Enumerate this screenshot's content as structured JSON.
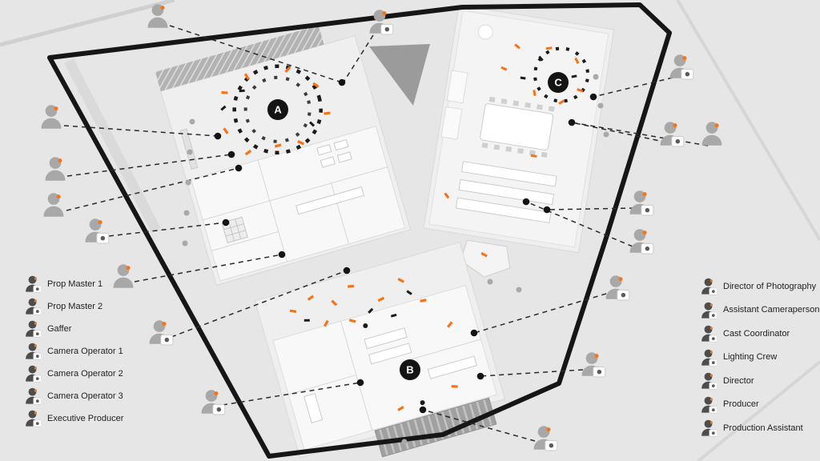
{
  "map": {
    "badges": {
      "a": "A",
      "b": "B",
      "c": "C"
    }
  },
  "legend_left": {
    "items": [
      {
        "id": "prop-master-1",
        "label": "Prop Master 1"
      },
      {
        "id": "prop-master-2",
        "label": "Prop Master 2"
      },
      {
        "id": "gaffer",
        "label": "Gaffer"
      },
      {
        "id": "camera-operator-1",
        "label": "Camera Operator 1"
      },
      {
        "id": "camera-operator-2",
        "label": "Camera Operator 2"
      },
      {
        "id": "camera-operator-3",
        "label": "Camera Operator 3"
      },
      {
        "id": "executive-producer",
        "label": "Executive Producer"
      }
    ]
  },
  "legend_right": {
    "items": [
      {
        "id": "director-of-photography",
        "label": "Director of Photography"
      },
      {
        "id": "assistant-cameraperson",
        "label": "Assistant Cameraperson"
      },
      {
        "id": "cast-coordinator",
        "label": "Cast Coordinator"
      },
      {
        "id": "lighting-crew",
        "label": "Lighting Crew"
      },
      {
        "id": "director",
        "label": "Director"
      },
      {
        "id": "producer",
        "label": "Producer"
      },
      {
        "id": "production-assistant",
        "label": "Production Assistant"
      }
    ]
  },
  "colors": {
    "accent": "#F97316",
    "boundary": "#161616",
    "background": "#E6E6E6",
    "building": "#EFEFEF",
    "person": "#A8A8A8",
    "legend_person": "#4D4D4D"
  }
}
